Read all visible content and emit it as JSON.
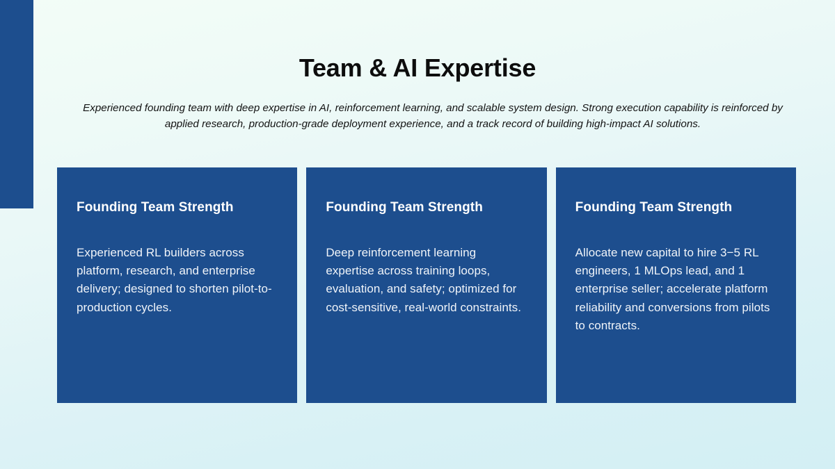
{
  "slide": {
    "title": "Team & AI Expertise",
    "subtitle": "Experienced founding team with deep expertise in AI, reinforcement learning, and scalable system design. Strong execution capability is reinforced by applied research, production-grade deployment experience, and a track record of building high-impact AI solutions.",
    "accent_color": "#1d4e8e",
    "background_top_color": "#f3fdf7",
    "background_bottom_color": "#d3eff4",
    "card_color": "#1d4e8e",
    "card_text_color": "#ffffff",
    "cards": [
      {
        "title": "Founding Team Strength",
        "body": "Experienced RL builders across platform, research, and enterprise delivery; designed to shorten pilot-to-production cycles."
      },
      {
        "title": "Founding Team Strength",
        "body": "Deep reinforcement learning expertise across training loops, evaluation, and safety; optimized for cost-sensitive, real-world constraints."
      },
      {
        "title": "Founding Team Strength",
        "body": "Allocate new capital to hire 3−5 RL engineers, 1 MLOps lead, and 1 enterprise seller; accelerate platform reliability and conversions from pilots to contracts."
      }
    ]
  }
}
